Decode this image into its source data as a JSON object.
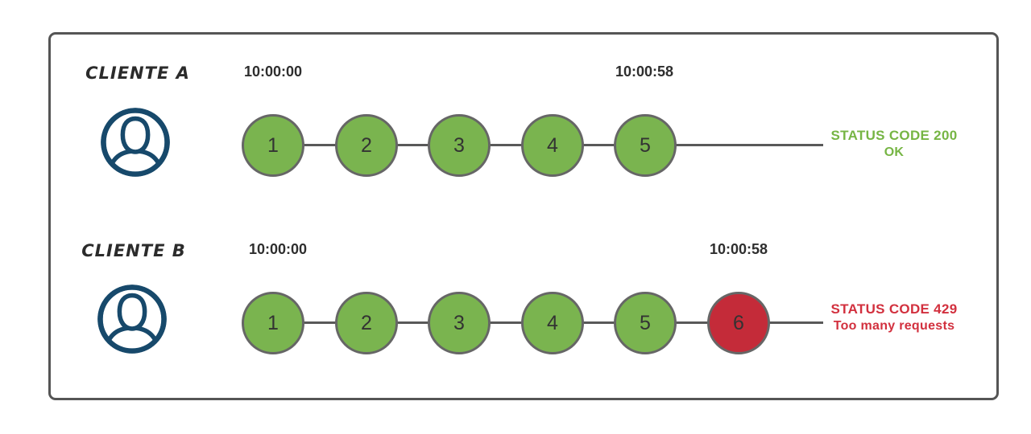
{
  "diagram": {
    "description": "Rate limiting diagram comparing two clients' requests in the same time window",
    "clients": [
      {
        "label": "CLIENTE A",
        "start_time": "10:00:00",
        "end_time": "10:00:58",
        "requests": [
          {
            "number": "1",
            "status": "ok"
          },
          {
            "number": "2",
            "status": "ok"
          },
          {
            "number": "3",
            "status": "ok"
          },
          {
            "number": "4",
            "status": "ok"
          },
          {
            "number": "5",
            "status": "ok"
          }
        ],
        "status_code": "STATUS CODE 200",
        "status_message": "OK",
        "status_color": "#76B544"
      },
      {
        "label": "CLIENTE B",
        "start_time": "10:00:00",
        "end_time": "10:00:58",
        "requests": [
          {
            "number": "1",
            "status": "ok"
          },
          {
            "number": "2",
            "status": "ok"
          },
          {
            "number": "3",
            "status": "ok"
          },
          {
            "number": "4",
            "status": "ok"
          },
          {
            "number": "5",
            "status": "ok"
          },
          {
            "number": "6",
            "status": "blocked"
          }
        ],
        "status_code": "STATUS CODE 429",
        "status_message": "Too many requests",
        "status_color": "#D2303E"
      }
    ],
    "icons": {
      "client": "user-icon"
    },
    "colors": {
      "ok_circle": "#7AB44F",
      "blocked_circle": "#C42B39",
      "circle_border": "#666666",
      "line": "#595959",
      "timestamp": "#2E2E2E",
      "client_icon": "#17496B",
      "box_border": "#555555",
      "status_ok_text": "#76B544",
      "status_err_text": "#D2303E"
    }
  }
}
